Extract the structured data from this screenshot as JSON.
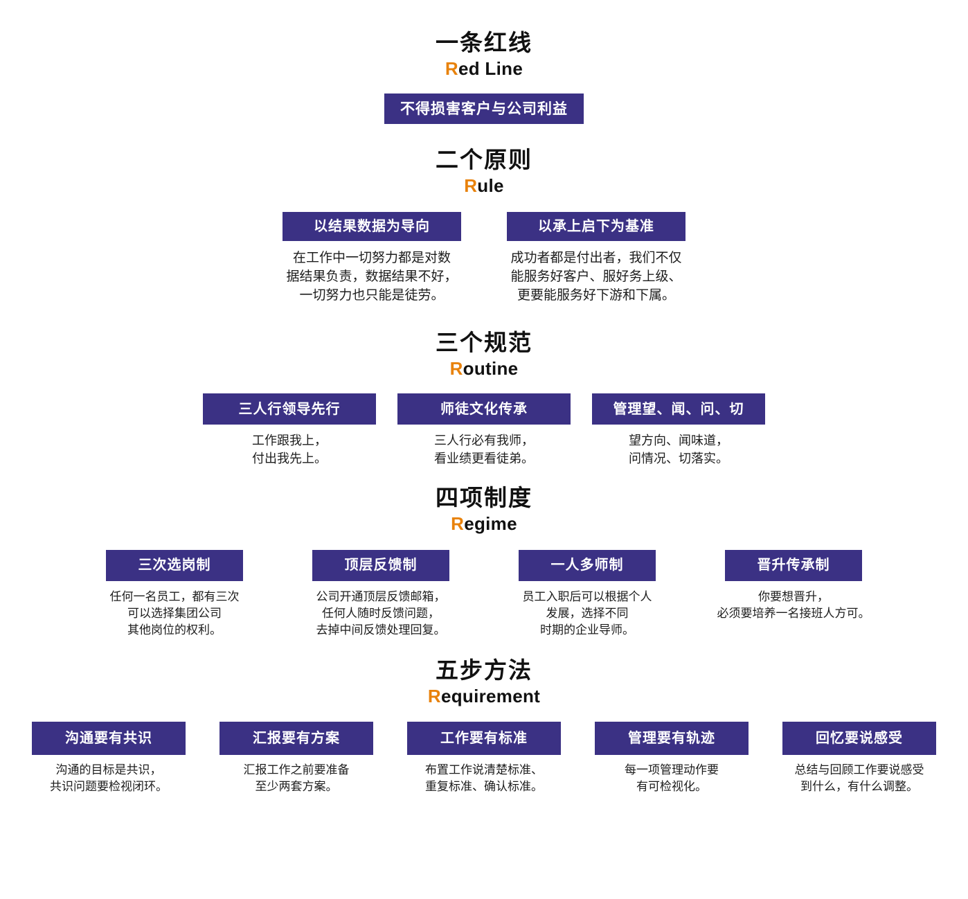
{
  "theme": {
    "chip_bg": "#3B3184",
    "accent": "#E8820C",
    "text": "#1a1a1a",
    "background": "#ffffff"
  },
  "levels": [
    {
      "id": "lvl1",
      "title_cn": "一条红线",
      "title_en_accent": "R",
      "title_en_rest": "ed Line",
      "items": [
        {
          "chip": "不得损害客户与公司利益",
          "desc": ""
        }
      ]
    },
    {
      "id": "lvl2",
      "title_cn": "二个原则",
      "title_en_accent": "R",
      "title_en_rest": "ule",
      "items": [
        {
          "chip": "以结果数据为导向",
          "desc": "在工作中一切努力都是对数\n据结果负责，数据结果不好，\n一切努力也只能是徒劳。"
        },
        {
          "chip": "以承上启下为基准",
          "desc": "成功者都是付出者，我们不仅\n能服务好客户、服好务上级、\n更要能服务好下游和下属。"
        }
      ]
    },
    {
      "id": "lvl3",
      "title_cn": "三个规范",
      "title_en_accent": "R",
      "title_en_rest": "outine",
      "items": [
        {
          "chip": "三人行领导先行",
          "desc": "工作跟我上，\n付出我先上。"
        },
        {
          "chip": "师徒文化传承",
          "desc": "三人行必有我师，\n看业绩更看徒弟。"
        },
        {
          "chip": "管理望、闻、问、切",
          "desc": "望方向、闻味道，\n问情况、切落实。"
        }
      ]
    },
    {
      "id": "lvl4",
      "title_cn": "四项制度",
      "title_en_accent": "R",
      "title_en_rest": "egime",
      "items": [
        {
          "chip": "三次选岗制",
          "desc": "任何一名员工，都有三次\n可以选择集团公司\n其他岗位的权利。"
        },
        {
          "chip": "顶层反馈制",
          "desc": "公司开通顶层反馈邮箱，\n任何人随时反馈问题，\n去掉中间反馈处理回复。"
        },
        {
          "chip": "一人多师制",
          "desc": "员工入职后可以根据个人\n发展，选择不同\n时期的企业导师。"
        },
        {
          "chip": "晋升传承制",
          "desc": "你要想晋升，\n必须要培养一名接班人方可。"
        }
      ]
    },
    {
      "id": "lvl5",
      "title_cn": "五步方法",
      "title_en_accent": "R",
      "title_en_rest": "equirement",
      "items": [
        {
          "chip": "沟通要有共识",
          "desc": "沟通的目标是共识，\n共识问题要检视闭环。"
        },
        {
          "chip": "汇报要有方案",
          "desc": "汇报工作之前要准备\n至少两套方案。"
        },
        {
          "chip": "工作要有标准",
          "desc": "布置工作说清楚标准、\n重复标准、确认标准。"
        },
        {
          "chip": "管理要有轨迹",
          "desc": "每一项管理动作要\n有可检视化。"
        },
        {
          "chip": "回忆要说感受",
          "desc": "总结与回顾工作要说感受\n到什么，有什么调整。"
        }
      ]
    }
  ]
}
